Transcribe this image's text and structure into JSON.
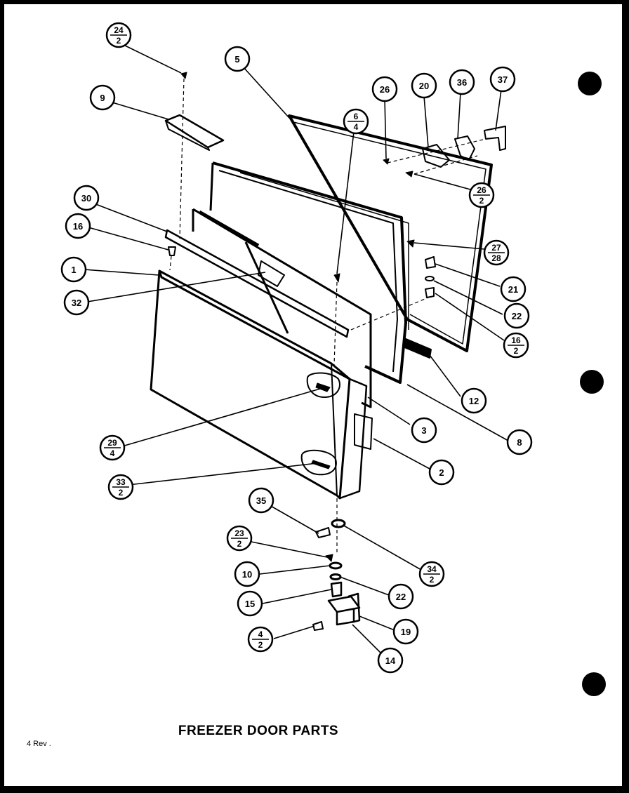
{
  "diagram": {
    "title": "FREEZER DOOR PARTS",
    "revision_note": "4 Rev .",
    "callouts": [
      {
        "id": "c24-2",
        "top": "24",
        "bottom": "2"
      },
      {
        "id": "c5",
        "label": "5"
      },
      {
        "id": "c9",
        "label": "9"
      },
      {
        "id": "c26a",
        "label": "26"
      },
      {
        "id": "c20",
        "label": "20"
      },
      {
        "id": "c36",
        "label": "36"
      },
      {
        "id": "c37",
        "label": "37"
      },
      {
        "id": "c6-4",
        "top": "6",
        "bottom": "4"
      },
      {
        "id": "c26-2",
        "top": "26",
        "bottom": "2"
      },
      {
        "id": "c30",
        "label": "30"
      },
      {
        "id": "c16",
        "label": "16"
      },
      {
        "id": "c27-28",
        "top": "27",
        "bottom": "28"
      },
      {
        "id": "c1",
        "label": "1"
      },
      {
        "id": "c21",
        "label": "21"
      },
      {
        "id": "c32",
        "label": "32"
      },
      {
        "id": "c22a",
        "label": "22"
      },
      {
        "id": "c16-2",
        "top": "16",
        "bottom": "2"
      },
      {
        "id": "c12",
        "label": "12"
      },
      {
        "id": "c3",
        "label": "3"
      },
      {
        "id": "c8",
        "label": "8"
      },
      {
        "id": "c29-4",
        "top": "29",
        "bottom": "4"
      },
      {
        "id": "c2",
        "label": "2"
      },
      {
        "id": "c33-2",
        "top": "33",
        "bottom": "2"
      },
      {
        "id": "c35",
        "label": "35"
      },
      {
        "id": "c23-2",
        "top": "23",
        "bottom": "2"
      },
      {
        "id": "c34-2",
        "top": "34",
        "bottom": "2"
      },
      {
        "id": "c10",
        "label": "10"
      },
      {
        "id": "c22b",
        "label": "22"
      },
      {
        "id": "c15",
        "label": "15"
      },
      {
        "id": "c19",
        "label": "19"
      },
      {
        "id": "c4-2",
        "top": "4",
        "bottom": "2"
      },
      {
        "id": "c14",
        "label": "14"
      }
    ]
  }
}
